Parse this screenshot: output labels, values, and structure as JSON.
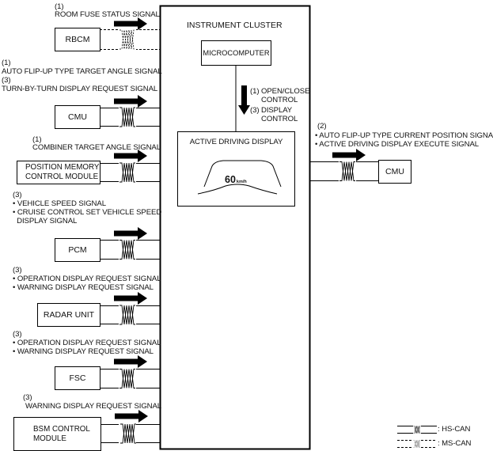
{
  "cluster": {
    "title": "INSTRUMENT CLUSTER",
    "microcomputer": "MICROCOMPUTER",
    "control_labels": [
      "(1) OPEN/CLOSE",
      "CONTROL",
      "(3) DISPLAY",
      "CONTROL"
    ],
    "display": {
      "title": "ACTIVE DRIVING DISPLAY",
      "speed_value": "60",
      "speed_unit": "km/h"
    }
  },
  "inputs": [
    {
      "module": "RBCM",
      "bus": "MS-CAN",
      "labels": [
        "(1)",
        "ROOM FUSE STATUS SIGNAL"
      ]
    },
    {
      "module": "CMU",
      "bus": "HS-CAN",
      "labels": [
        "(1)",
        "AUTO FLIP-UP TYPE TARGET ANGLE SIGNAL",
        "(3)",
        "TURN-BY-TURN DISPLAY REQUEST SIGNAL"
      ]
    },
    {
      "module_lines": [
        "POSITION MEMORY",
        "CONTROL MODULE"
      ],
      "bus": "HS-CAN",
      "labels": [
        "(1)",
        "COMBINER TARGET ANGLE SIGNAL"
      ]
    },
    {
      "module": "PCM",
      "bus": "HS-CAN",
      "labels": [
        "(3)",
        "• VEHICLE SPEED SIGNAL",
        "• CRUISE CONTROL SET VEHICLE SPEED",
        "  DISPLAY SIGNAL"
      ]
    },
    {
      "module": "RADAR UNIT",
      "bus": "HS-CAN",
      "labels": [
        "(3)",
        "• OPERATION DISPLAY REQUEST SIGNAL",
        "• WARNING DISPLAY REQUEST SIGNAL"
      ]
    },
    {
      "module": "FSC",
      "bus": "HS-CAN",
      "labels": [
        "(3)",
        "• OPERATION DISPLAY REQUEST SIGNAL",
        "• WARNING DISPLAY REQUEST SIGNAL"
      ]
    },
    {
      "module_lines": [
        "BSM CONTROL",
        "MODULE"
      ],
      "bus": "HS-CAN",
      "labels": [
        "(3)",
        "WARNING DISPLAY REQUEST SIGNAL"
      ]
    }
  ],
  "output": {
    "module": "CMU",
    "bus": "HS-CAN",
    "labels": [
      "(2)",
      "• AUTO FLIP-UP TYPE CURRENT POSITION SIGNAL",
      "• ACTIVE DRIVING DISPLAY EXECUTE SIGNAL"
    ]
  },
  "legend": [
    {
      "line": "solid",
      "label": ": HS-CAN"
    },
    {
      "line": "dashed",
      "label": ": MS-CAN"
    }
  ]
}
